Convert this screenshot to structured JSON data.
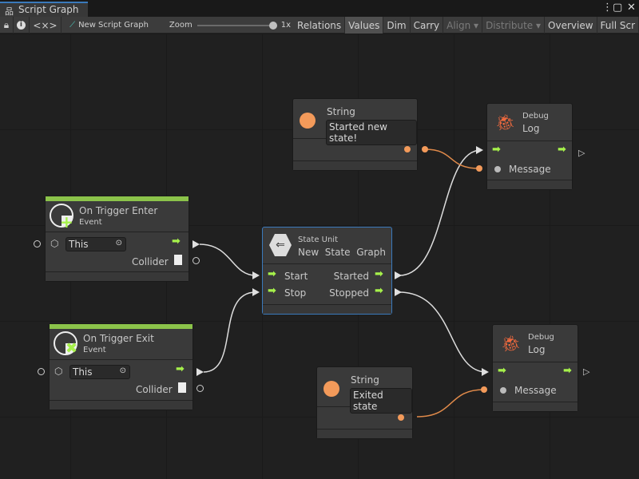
{
  "window": {
    "tab_title": "Script Graph",
    "more_icon": "kebab-icon",
    "maximize_icon": "maximize-icon",
    "close_icon": "close-icon"
  },
  "toolbar": {
    "lock_icon": "lock-icon",
    "info_icon": "info-icon",
    "embed_label": "<×>",
    "graph_name": "New Script Graph",
    "zoom_label": "Zoom",
    "zoom_value": "1x",
    "zoom_level": 1.0,
    "buttons": [
      "Relations",
      "Values",
      "Dim",
      "Carry",
      "Align ▾",
      "Distribute ▾",
      "Overview",
      "Full Scr"
    ]
  },
  "nodes": {
    "string1": {
      "title": "String",
      "value": "Started new state!"
    },
    "string2": {
      "title": "String",
      "value": "Exited state"
    },
    "log1": {
      "category": "Debug",
      "title": "Log",
      "port": "Message"
    },
    "log2": {
      "category": "Debug",
      "title": "Log",
      "port": "Message"
    },
    "enter": {
      "title": "On Trigger Enter",
      "subtitle": "Event",
      "target": "This",
      "output": "Collider"
    },
    "exit": {
      "title": "On Trigger Exit",
      "subtitle": "Event",
      "target": "This",
      "output": "Collider"
    },
    "state": {
      "category": "State Unit",
      "title": "New  State  Graph",
      "in1": "Start",
      "in2": "Stop",
      "out1": "Started",
      "out2": "Stopped"
    }
  },
  "colors": {
    "control": "#a6f14b",
    "string": "#f39a5a",
    "event_bar": "#8bc34a",
    "debug": "#f26a3e",
    "selection": "#3a79bb"
  }
}
